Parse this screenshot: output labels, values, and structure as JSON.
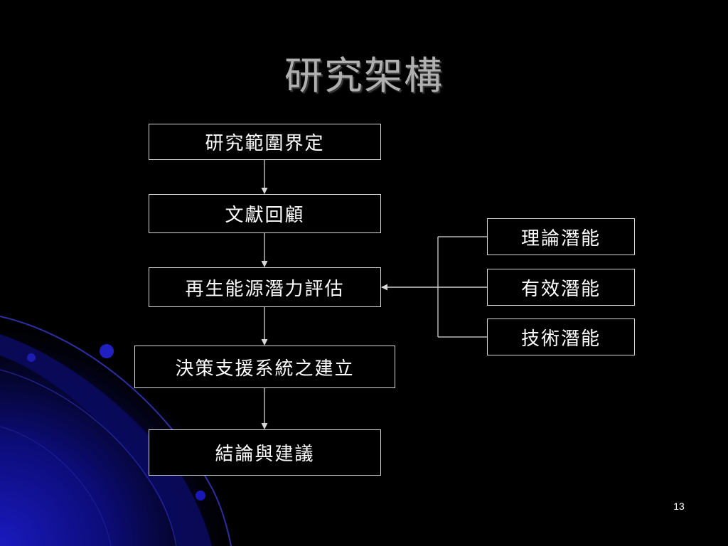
{
  "slide": {
    "title": "研究架構",
    "page_number": "13"
  },
  "diagram": {
    "main_flow": [
      {
        "label": "研究範圍界定"
      },
      {
        "label": "文獻回顧"
      },
      {
        "label": "再生能源潛力評估"
      },
      {
        "label": "決策支援系統之建立"
      },
      {
        "label": "結論與建議"
      }
    ],
    "potential_types": [
      {
        "label": "理論潛能"
      },
      {
        "label": "有效潛能"
      },
      {
        "label": "技術潛能"
      }
    ]
  },
  "colors": {
    "background": "#000000",
    "box_border": "#d8d8d8",
    "text": "#ffffff",
    "title": "#b0b0b0",
    "accent_blue": "#1515a8"
  }
}
